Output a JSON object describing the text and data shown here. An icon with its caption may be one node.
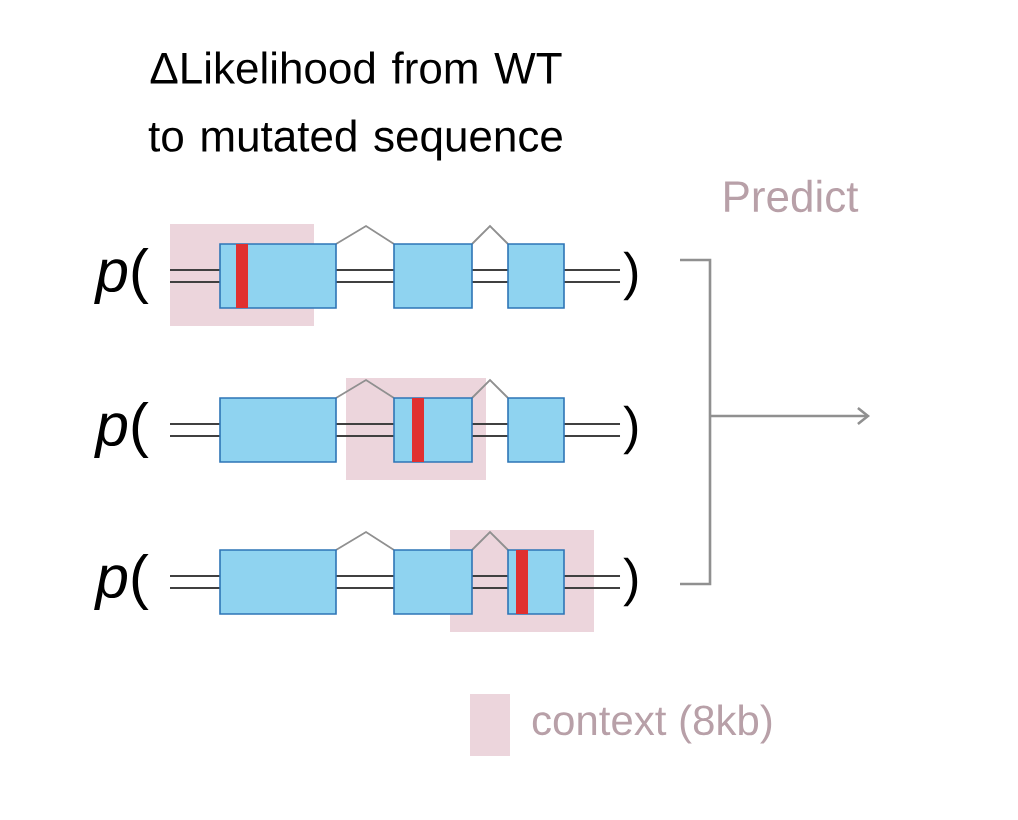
{
  "diagram": {
    "title": "ΔLikelihood from WT to mutated sequence",
    "labels": [
      "Predict",
      "*p*(",
      ")",
      "*p*(",
      ")",
      "*p*(",
      ")"
    ],
    "legend": [
      {
        "text": "context (8kb)",
        "color": "#ecd5dc"
      }
    ]
  }
}
